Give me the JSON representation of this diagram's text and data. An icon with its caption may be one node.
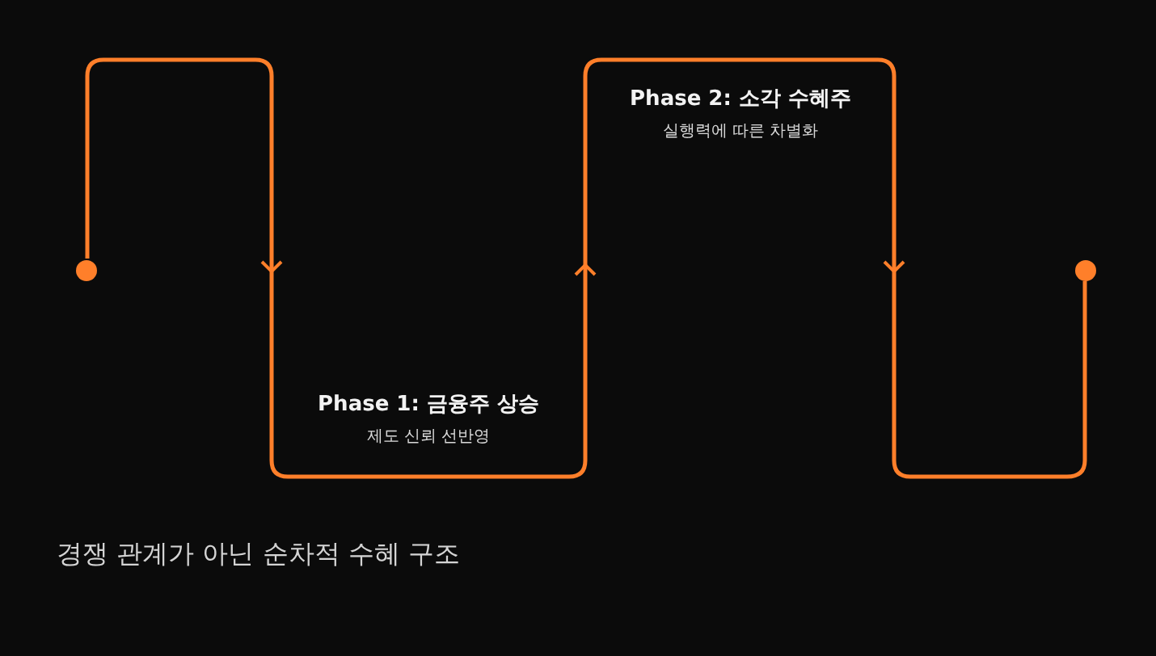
{
  "diagram": {
    "caption": "경쟁 관계가 아닌 순차적 수혜 구조",
    "nodes": [
      {
        "text": [],
        "shape": "circle"
      },
      {
        "text": [],
        "shape": "circle"
      }
    ],
    "edges": [
      {
        "from": 0,
        "to": 1,
        "arrow": "to"
      }
    ],
    "labels": [
      "Phase 1: 금융주 상승",
      "제도 신뢰 선반영",
      "Phase 2: 소각 수혜주",
      "실행력에 따른 차별화"
    ]
  }
}
